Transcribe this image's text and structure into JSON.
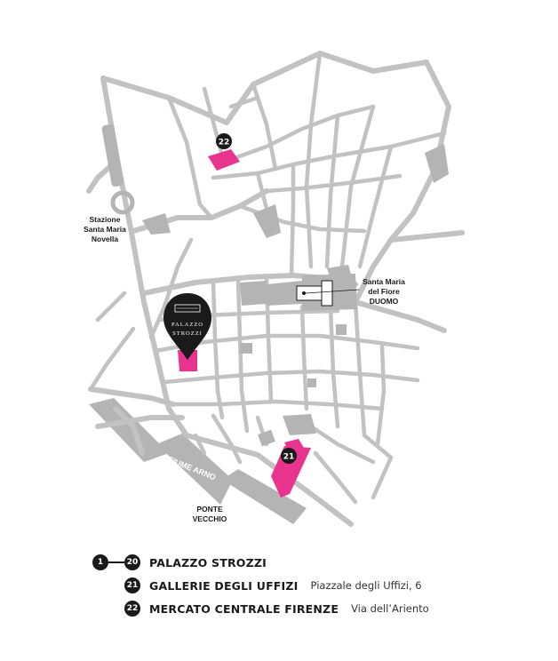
{
  "map": {
    "labels": {
      "station_1": "Stazione",
      "station_2": "Santa Maria",
      "station_3": "Novella",
      "duomo_1": "Santa Maria",
      "duomo_2": "del Fiore",
      "duomo_3": "DUOMO",
      "river": "FIUME ARNO",
      "bridge_1": "PONTE",
      "bridge_2": "VECCHIO"
    },
    "pin": {
      "line1": "PALAZZO",
      "line2": "STROZZI"
    },
    "markers": {
      "uffizi": "21",
      "mercato": "22"
    },
    "icons": {
      "pin": "location-pin-icon",
      "church": "church-icon"
    },
    "colors": {
      "highlight": "#e8338f",
      "roads": "#c2c2c2",
      "blocks": "#b4b4b4",
      "marker": "#1a1a1a"
    }
  },
  "legend": {
    "items": [
      {
        "badge_from": "1",
        "badge_to": "20",
        "title": "PALAZZO STROZZI",
        "address": ""
      },
      {
        "badge": "21",
        "title": "GALLERIE DEGLI UFFIZI",
        "address": "Piazzale degli Uffizi, 6"
      },
      {
        "badge": "22",
        "title": "MERCATO CENTRALE FIRENZE",
        "address": "Via dell’Ariento"
      }
    ]
  }
}
